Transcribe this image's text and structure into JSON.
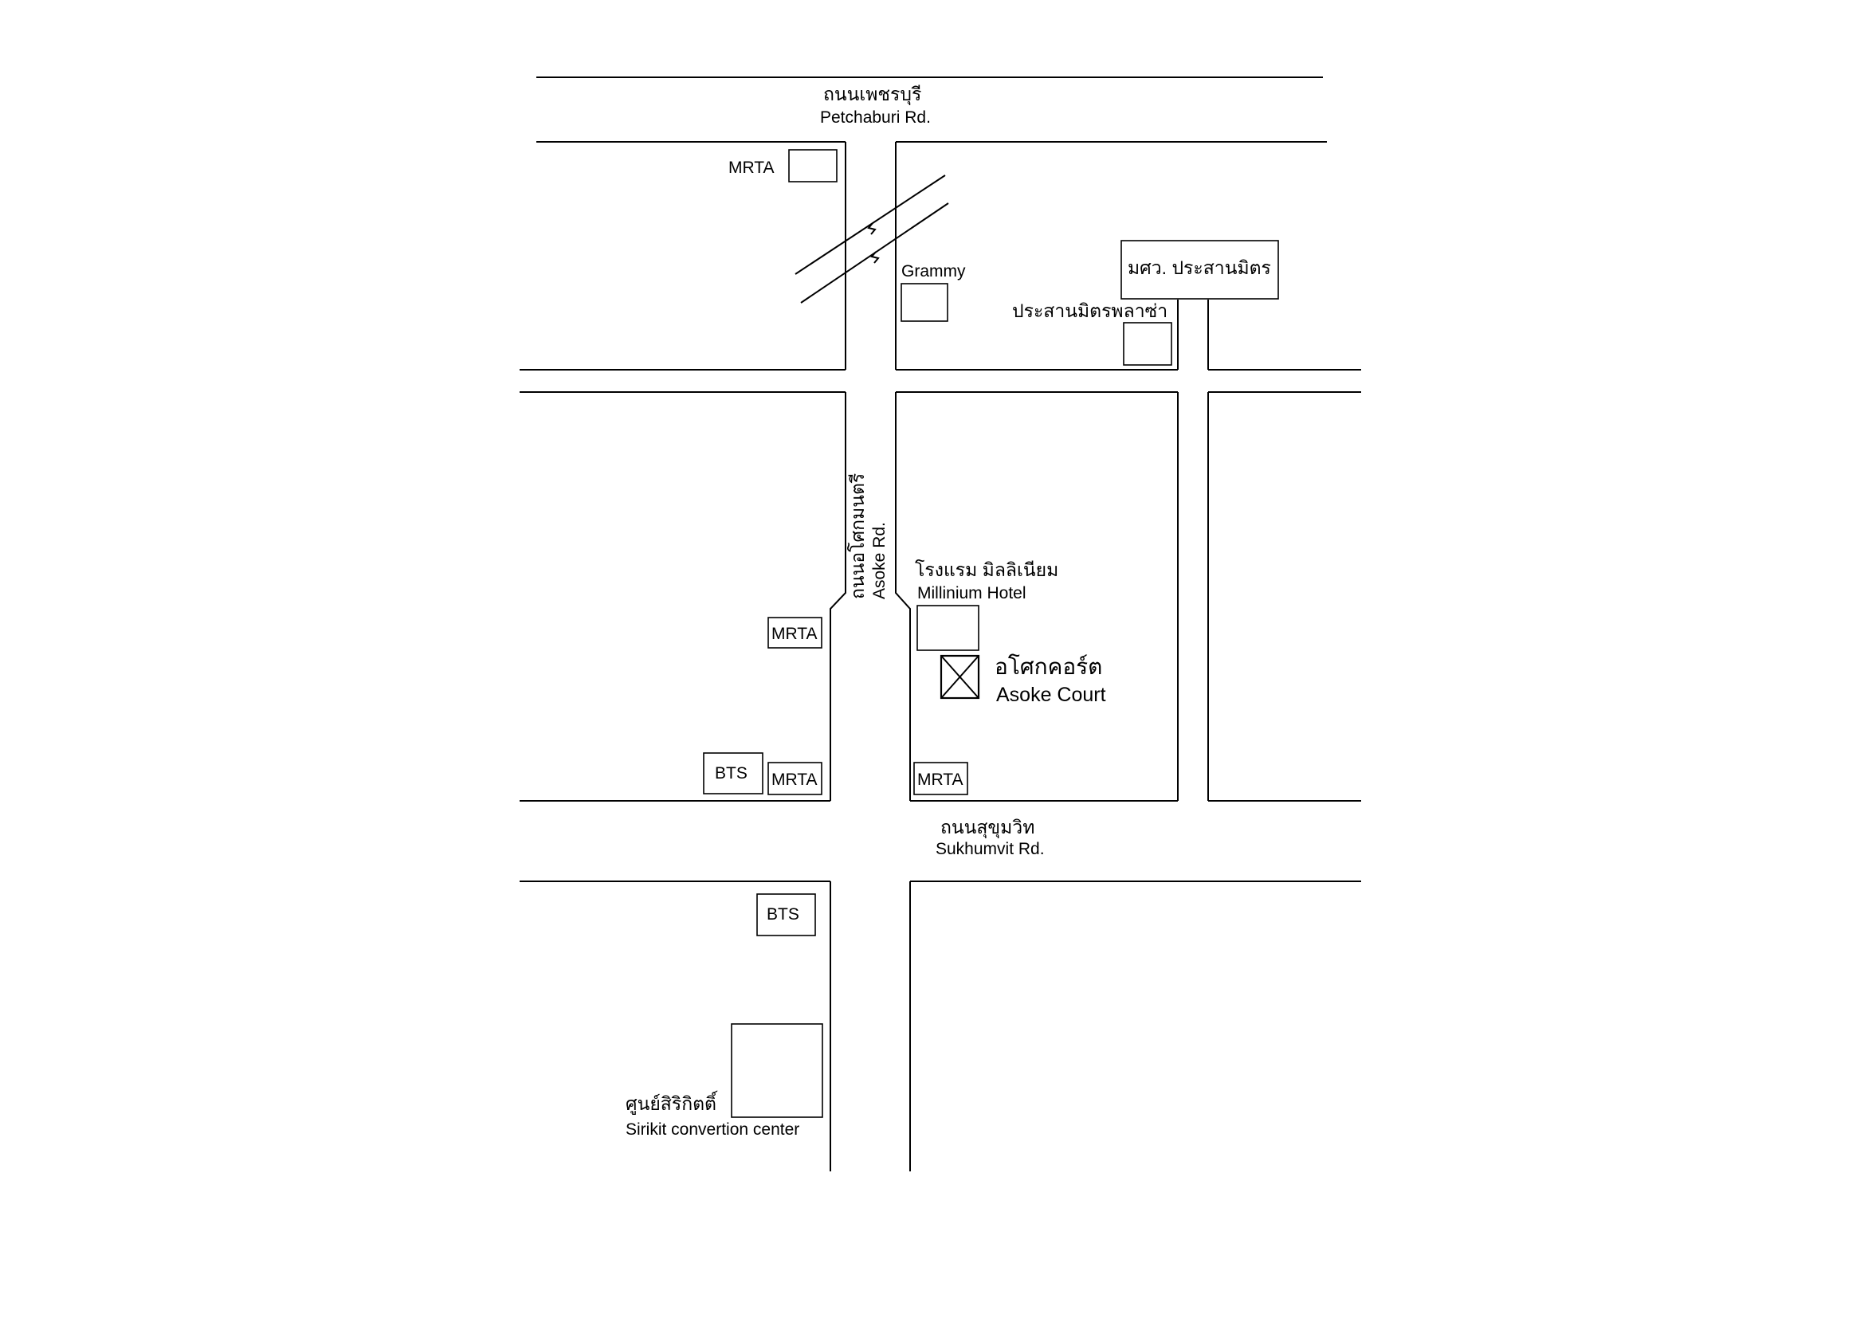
{
  "roads": {
    "petchaburi": {
      "th": "ถนนเพชรบุรี",
      "en": "Petchaburi   Rd."
    },
    "asoke": {
      "th": "ถนนอโศกมนตรี",
      "en": "Asoke  Rd."
    },
    "sukhumvit": {
      "th": "ถนนสุขุมวิท",
      "en": "Sukhumvit   Rd."
    }
  },
  "landmarks": {
    "grammy": "Grammy",
    "swu": "มศว. ประสานมิตร",
    "prasanmit_plaza": "ประสานมิตรพลาซ่า",
    "millennium_th": "โรงแรม มิลลิเนียม",
    "millennium_en": "Millinium   Hotel",
    "asoke_court_th": "อโศกคอร์ต",
    "asoke_court_en": "Asoke  Court",
    "sirikit_th": "ศูนย์สิริกิตติ์",
    "sirikit_en": "Sirikit convertion center"
  },
  "stations": {
    "mrta_top": "MRTA",
    "mrta_west": "MRTA",
    "mrta_sw": "MRTA",
    "mrta_se": "MRTA",
    "bts_north": "BTS",
    "bts_south": "BTS"
  },
  "icons": {
    "destination": "crossed-box-icon"
  }
}
